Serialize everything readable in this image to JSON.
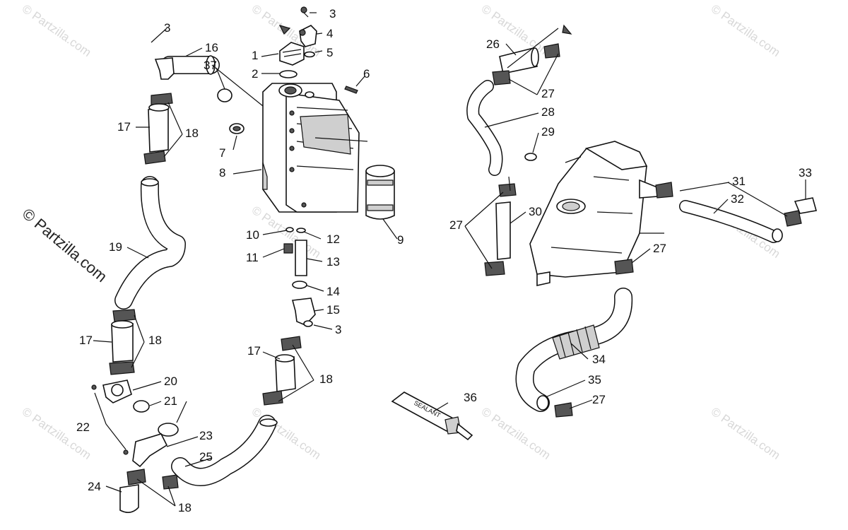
{
  "watermark": {
    "brand": "© Partzilla.com",
    "side": "© Partzilla.com"
  },
  "tube_label": "SEALANT",
  "callouts": {
    "c1": "1",
    "c2": "2",
    "c3a": "3",
    "c3b": "3",
    "c3c": "3",
    "c4": "4",
    "c5": "5",
    "c6": "6",
    "c7": "7",
    "c8": "8",
    "c9": "9",
    "c10": "10",
    "c11": "11",
    "c12": "12",
    "c13": "13",
    "c14": "14",
    "c15": "15",
    "c16": "16",
    "c17a": "17",
    "c17b": "17",
    "c17c": "17",
    "c18a": "18",
    "c18b": "18",
    "c18c": "18",
    "c18d": "18",
    "c19": "19",
    "c20": "20",
    "c21": "21",
    "c22": "22",
    "c23": "23",
    "c24": "24",
    "c25": "25",
    "c26": "26",
    "c27a": "27",
    "c27b": "27",
    "c27c": "27",
    "c27d": "27",
    "c28": "28",
    "c29": "29",
    "c30": "30",
    "c31": "31",
    "c32": "32",
    "c33": "33",
    "c34": "34",
    "c35": "35",
    "c36": "36",
    "c37": "37"
  }
}
